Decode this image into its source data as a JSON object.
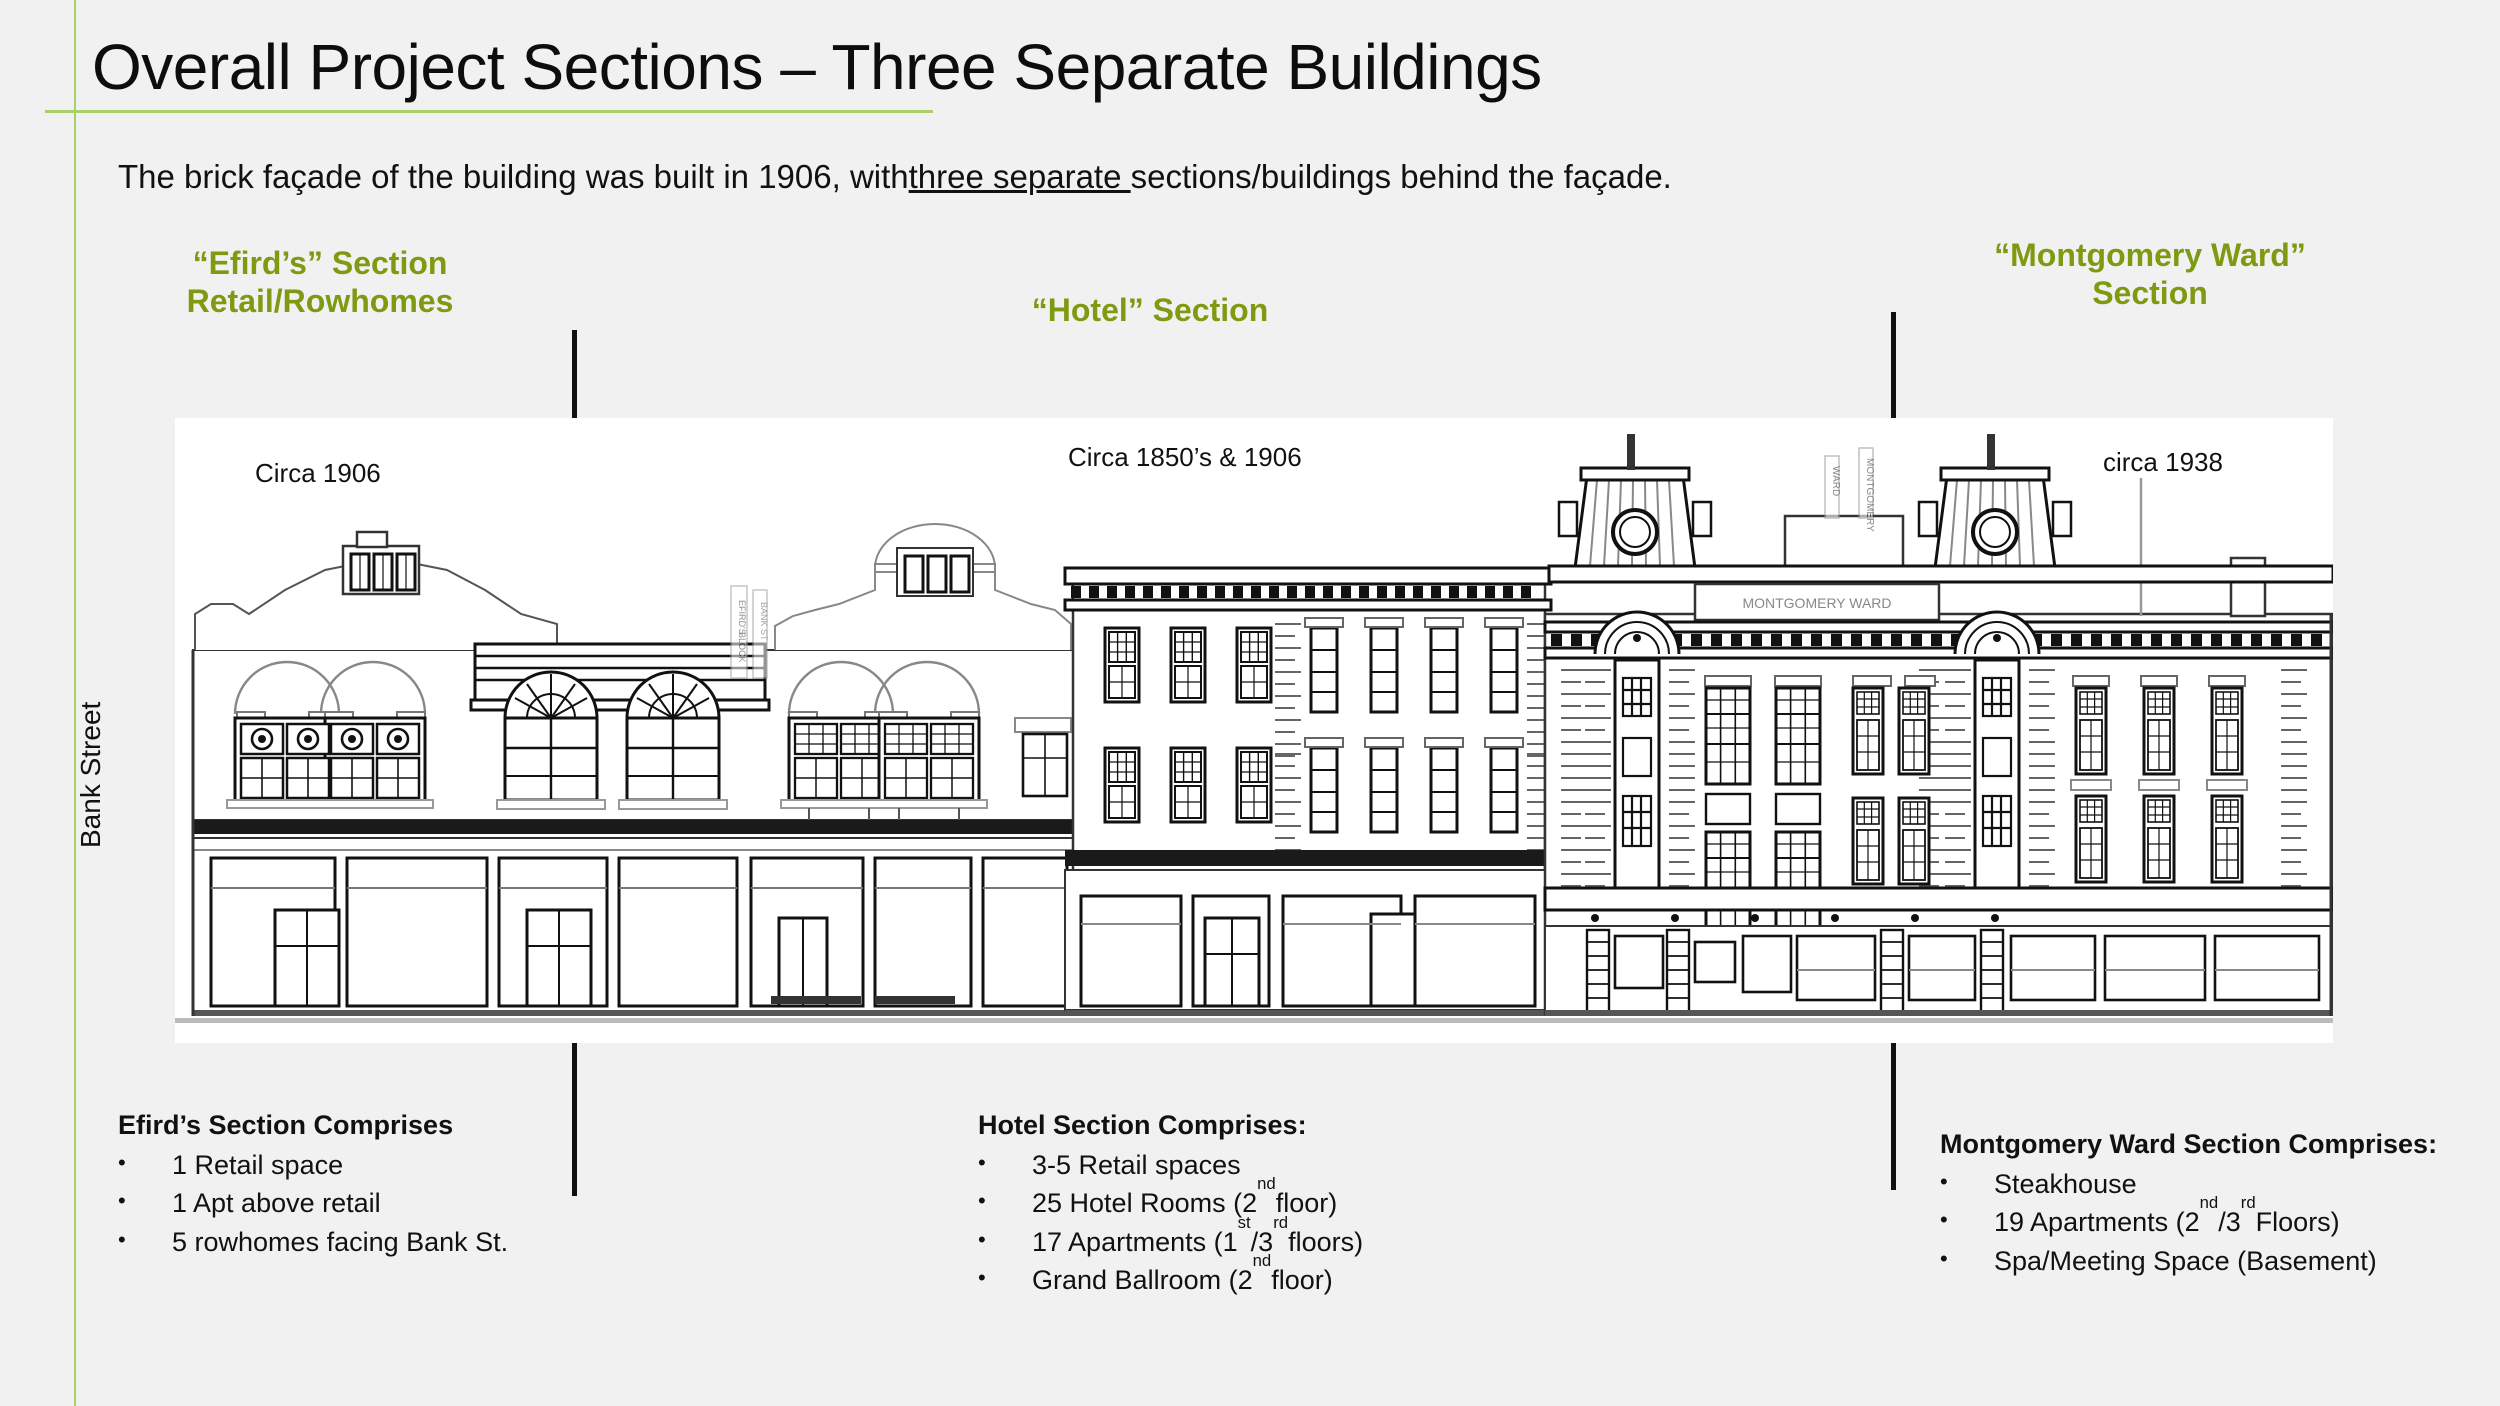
{
  "slide": {
    "title": "Overall Project Sections – Three Separate Buildings",
    "subtitle_pre": "The brick façade of the building was built in 1906, with",
    "subtitle_underlined": "three separate ",
    "subtitle_post": "sections/buildings behind the façade.",
    "accent_color": "#a9d06b",
    "heading_color": "#7d9a11",
    "background_color": "#f1f1f1"
  },
  "axis_label": {
    "bank_street": "Bank Street"
  },
  "section_headings": {
    "efirds": "“Efird’s” Section\nRetail/Rowhomes",
    "hotel": "“Hotel” Section",
    "montgomery_ward": "“Montgomery Ward” Section"
  },
  "circa_labels": {
    "efirds": "Circa 1906",
    "hotel": "Circa 1850’s & 1906",
    "montgomery_ward": "circa 1938"
  },
  "blocks": [
    {
      "id": "efirds",
      "heading": "Efird’s Section Comprises",
      "items": [
        {
          "bullet": "•",
          "text": "1 Retail space"
        },
        {
          "bullet": "•",
          "text": "1 Apt above retail"
        },
        {
          "bullet": "•",
          "text": "5 rowhomes facing Bank St."
        }
      ]
    },
    {
      "id": "hotel",
      "heading": "Hotel Section Comprises:",
      "items": [
        {
          "bullet": "•",
          "text": "3-5 Retail spaces"
        },
        {
          "bullet": "•",
          "text": "25 Hotel Rooms (2",
          "sup": "nd",
          "tail": " floor)"
        },
        {
          "bullet": "•",
          "text": "17 Apartments (1",
          "sup": "st",
          "mid": "/3",
          "sup2": "rd",
          "tail": " floors)"
        },
        {
          "bullet": "•",
          "text": "Grand Ballroom (2",
          "sup": "nd",
          "tail": " floor)"
        }
      ]
    },
    {
      "id": "montgomery_ward",
      "heading": "Montgomery Ward Section Comprises:",
      "items": [
        {
          "bullet": "•",
          "text": "Steakhouse"
        },
        {
          "bullet": "•",
          "text": "19 Apartments (2",
          "sup": "nd",
          "mid": "/3",
          "sup2": "rd",
          "tail": " Floors)"
        },
        {
          "bullet": "•",
          "text": "Spa/Meeting Space (Basement)"
        }
      ]
    }
  ],
  "drawing": {
    "description": "Black-and-white architectural street elevation of a three-part brick building",
    "signage": {
      "efirds_blade": "EFIRD'S BLOCK",
      "mw_blade_left": "WARD",
      "mw_blade_right": "MONTGOMERY",
      "parapet_sign": "MONTGOMERY WARD"
    }
  }
}
